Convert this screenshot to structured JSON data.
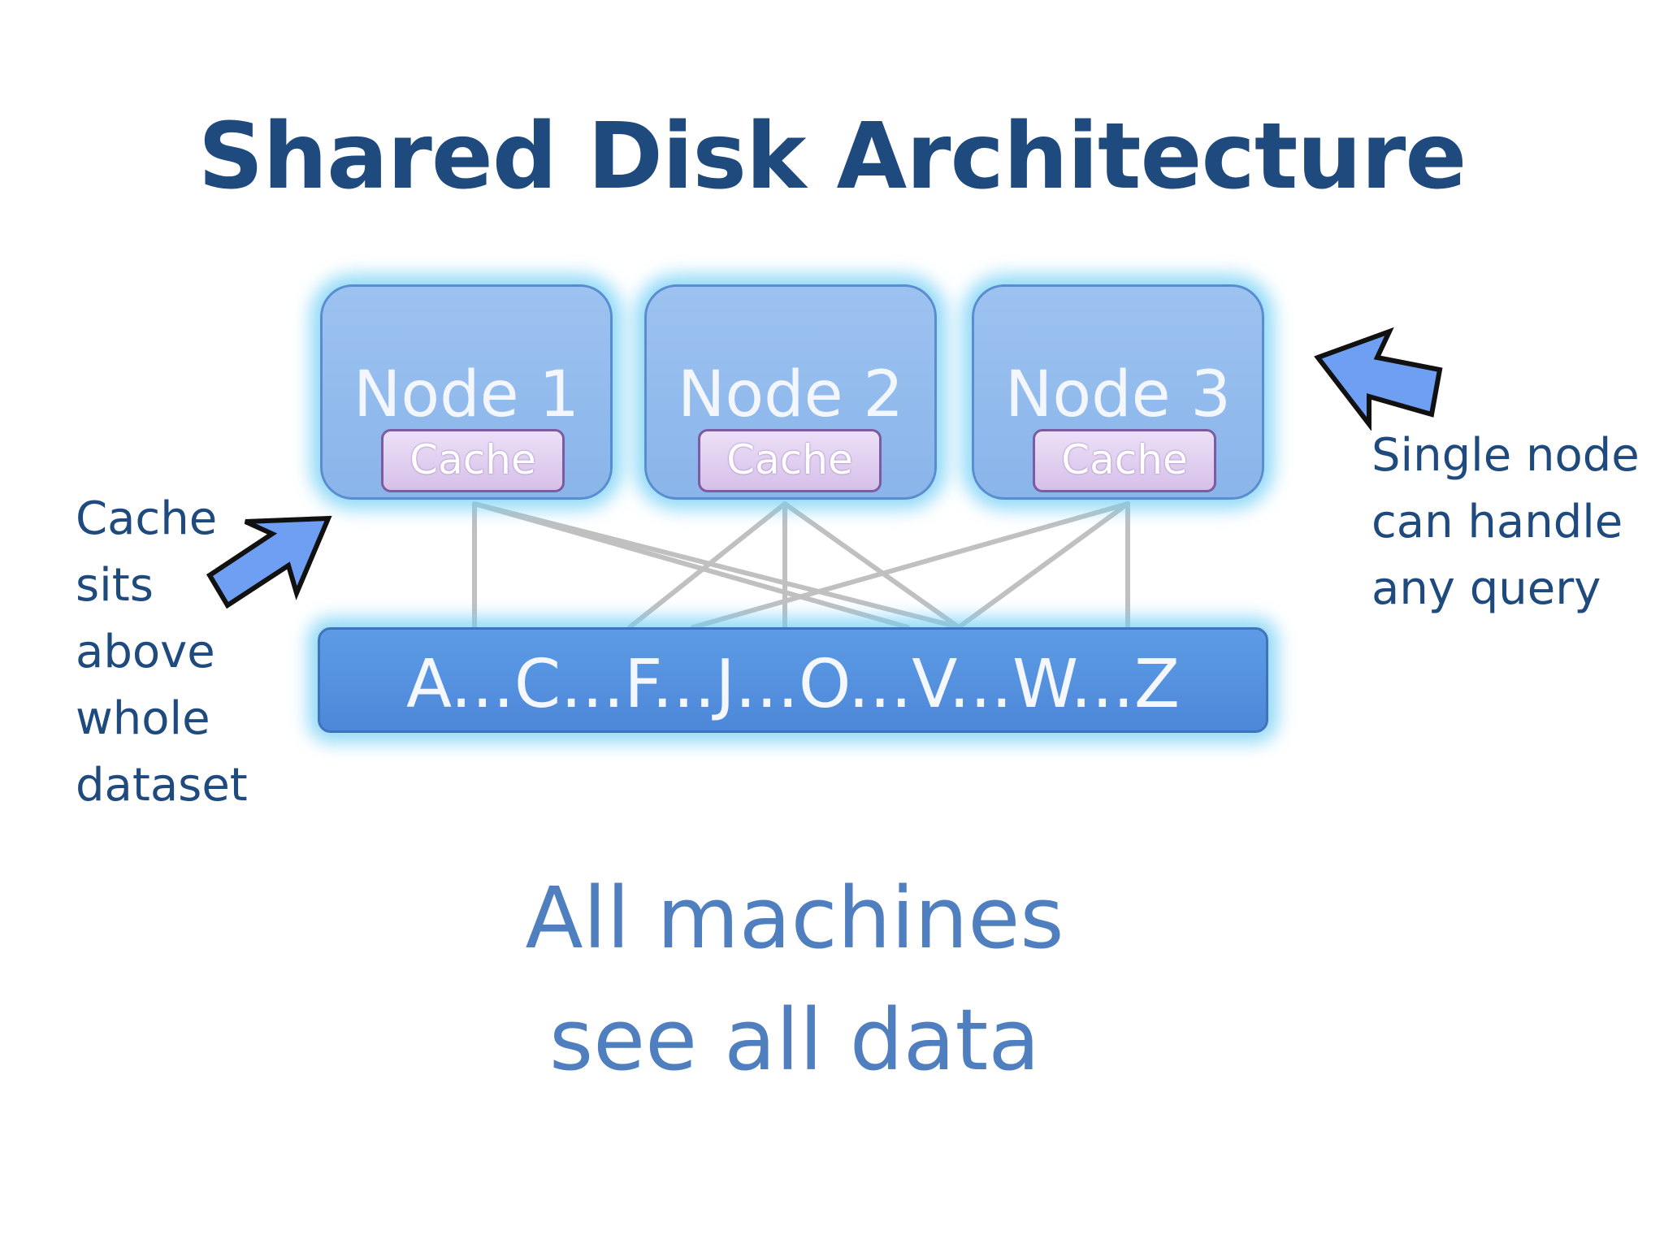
{
  "title": "Shared Disk Architecture",
  "nodes": [
    {
      "label": "Node 1",
      "cache_label": "Cache"
    },
    {
      "label": "Node 2",
      "cache_label": "Cache"
    },
    {
      "label": "Node 3",
      "cache_label": "Cache"
    }
  ],
  "disk": {
    "label": "A...C...F...J...O...V...W...Z"
  },
  "annotations": {
    "left": [
      "Cache",
      "sits",
      "above",
      "whole",
      "dataset"
    ],
    "right": [
      "Single node",
      "can handle",
      "any query"
    ]
  },
  "footer": [
    "All machines",
    "see all data"
  ],
  "colors": {
    "title": "#1f4a7e",
    "node_fill": "#9cc2f0",
    "node_glow": "#6ecdf5",
    "cache_fill": "#e4d4f2",
    "cache_border": "#7d5ba3",
    "disk_fill": "#5591e0",
    "connection_line": "#c0c0c0",
    "arrow_fill": "#6f9ff2",
    "annotation_text": "#1f4a7e",
    "footer_text": "#4f7fbf"
  },
  "icons": {
    "left_arrow": "arrow-up-right-icon",
    "right_arrow": "arrow-up-left-icon"
  }
}
